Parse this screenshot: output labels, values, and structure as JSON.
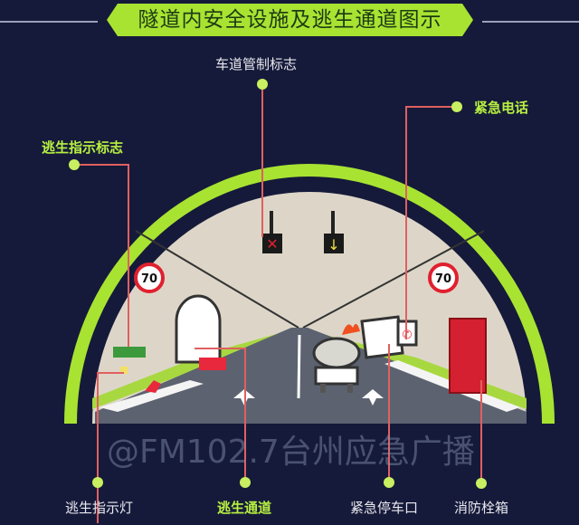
{
  "title": "隧道内安全设施及逃生通道图示",
  "labels": {
    "lane_control_sign": "车道管制标志",
    "emergency_phone": "紧急电话",
    "escape_sign": "逃生指示标志",
    "escape_light": "逃生指示灯",
    "escape_passage": "逃生通道",
    "emergency_stop": "紧急停车口",
    "fire_hydrant_box": "消防栓箱"
  },
  "speed_limit": "70",
  "watermark": "@FM102.7台州应急广播",
  "colors": {
    "background": "#151a3a",
    "accent": "#a8e332",
    "leader": "#e06060",
    "sign_red": "#d42030"
  }
}
